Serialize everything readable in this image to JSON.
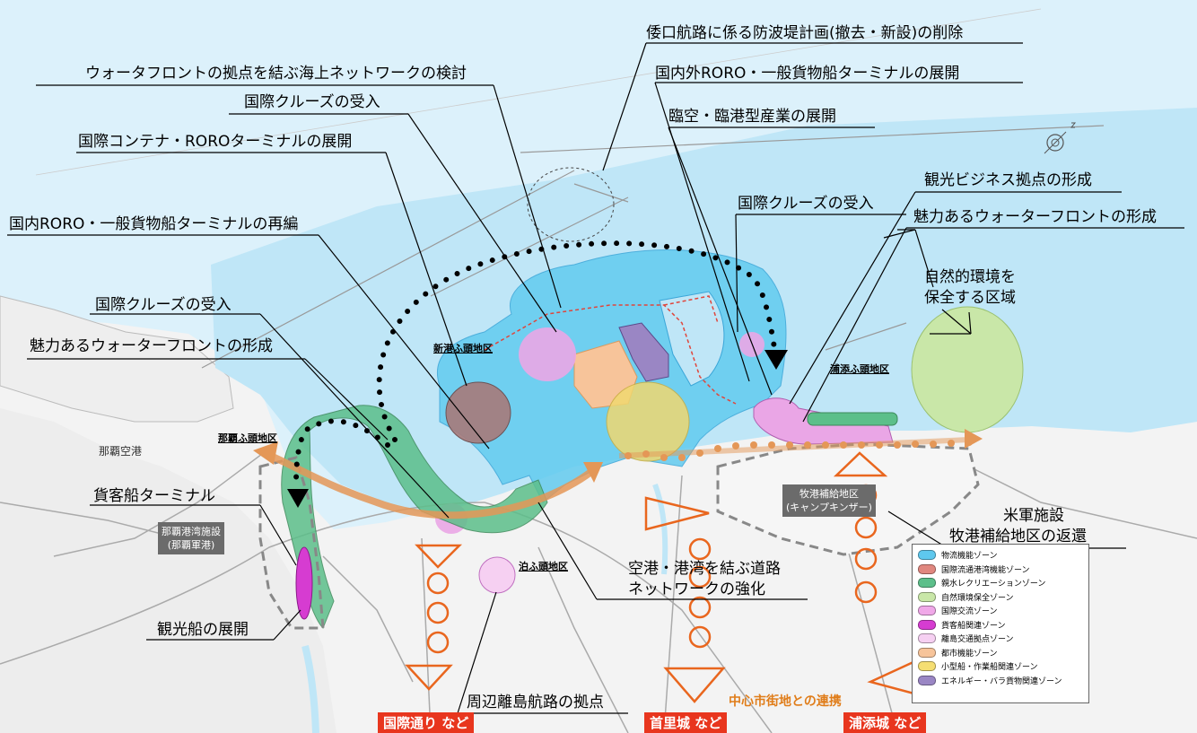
{
  "labels": {
    "wakuchi": "倭口航路に係る防波堤計画(撤去・新設)の削除",
    "ro_ro_domestic_intl": "国内外RORO・一般貨物船ターミナルの展開",
    "rinku": "臨空・臨港型産業の展開",
    "waterfront_network": "ウォータフロントの拠点を結ぶ海上ネットワークの検討",
    "cruise_1": "国際クルーズの受入",
    "container": "国際コンテナ・ROROターミナルの展開",
    "tourism_business": "観光ビジネス拠点の形成",
    "cruise_2": "国際クルーズの受入",
    "attractive_wf_1": "魅力あるウォーターフロントの形成",
    "domestic_roro": "国内RORO・一般貨物船ターミナルの再編",
    "nature_line1": "自然的環境を",
    "nature_line2": "保全する区域",
    "cruise_3": "国際クルーズの受入",
    "attractive_wf_2": "魅力あるウォーターフロントの形成",
    "cargo_terminal": "貨客船ターミナル",
    "sightseeing_boat": "観光船の展開",
    "road_network_line1": "空港・港湾を結ぶ道路",
    "road_network_line2": "ネットワークの強化",
    "us_military_line1": "米軍施設",
    "us_military_line2": "牧港補給地区の返還",
    "remote_islands": "周辺離島航路の拠点"
  },
  "areas": {
    "shinko": "新港ふ頭地区",
    "urasoe": "浦添ふ頭地区",
    "naha_wharf": "那覇ふ頭地区",
    "tomari": "泊ふ頭地区",
    "airport": "那覇空港"
  },
  "boxes": {
    "naha_military_line1": "那覇港湾施設",
    "naha_military_line2": "(那覇軍港)",
    "makiminato_line1": "牧港補給地区",
    "makiminato_line2": "(キャンプキンザー)"
  },
  "bottom": {
    "kokusai": "国際通り など",
    "shurijo": "首里城 など",
    "urasoejo": "浦添城 など",
    "city_center": "中心市街地との連携"
  },
  "legend": [
    {
      "label": "物流機能ゾーン",
      "color": "#5ec8ee"
    },
    {
      "label": "国際流通港湾機能ゾーン",
      "color": "#e0877f"
    },
    {
      "label": "親水レクリエーションゾーン",
      "color": "#5cbf8a"
    },
    {
      "label": "自然環境保全ゾーン",
      "color": "#c9e7a8"
    },
    {
      "label": "国際交流ゾーン",
      "color": "#f0a8e8"
    },
    {
      "label": "貨客船関連ゾーン",
      "color": "#d63cd1"
    },
    {
      "label": "離島交通拠点ゾーン",
      "color": "#f6d0f2"
    },
    {
      "label": "都市機能ゾーン",
      "color": "#f7c49a"
    },
    {
      "label": "小型船・作業船関連ゾーン",
      "color": "#f5de72"
    },
    {
      "label": "エネルギー・バラ貨物関連ゾーン",
      "color": "#9a86c4"
    }
  ]
}
